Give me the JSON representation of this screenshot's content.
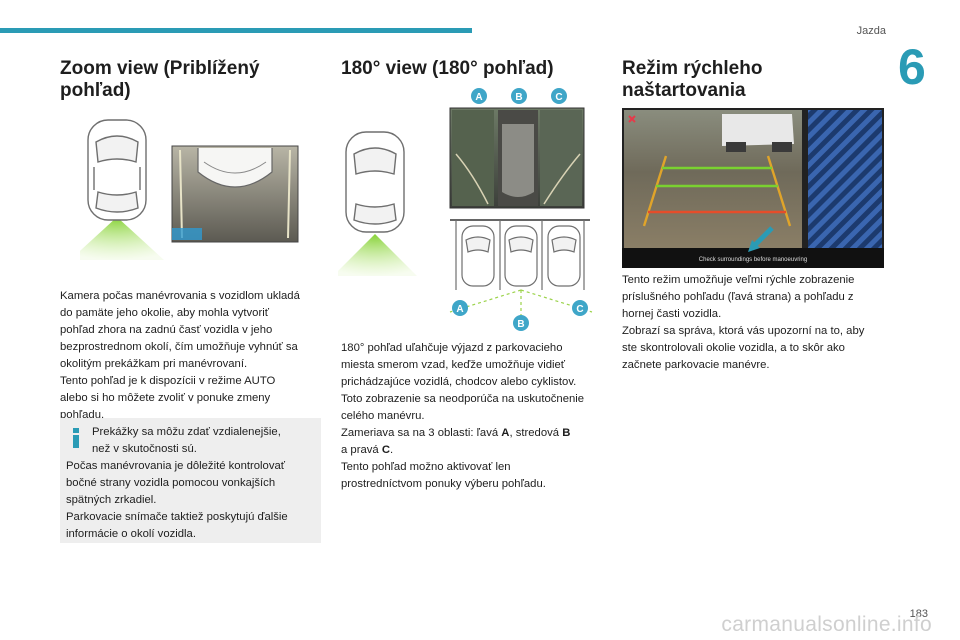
{
  "header": {
    "section": "Jazda",
    "chapter": "6"
  },
  "col1": {
    "title": "Zoom view (Priblížený pohľad)",
    "body_lines": [
      "Kamera počas manévrovania s vozidlom ukladá",
      "do pamäte jeho okolie, aby mohla vytvoriť",
      "pohľad zhora na zadnú časť vozidla v jeho",
      "bezprostrednom okolí, čím umožňuje vyhnúť sa",
      "okolitým prekážkam pri manévrovaní.",
      "Tento pohľad je k dispozícii v režime AUTO",
      "alebo si ho môžete zvoliť v ponuke zmeny",
      "pohľadu."
    ],
    "note_first_lines": [
      "Prekážky sa môžu zdať vzdialenejšie,",
      "než v skutočnosti sú."
    ],
    "note_rest_lines": [
      "Počas manévrovania je dôležité kontrolovať",
      "bočné strany vozidla pomocou vonkajších",
      "spätných zrkadiel.",
      "Parkovacie snímače taktiež poskytujú ďalšie",
      "informácie o okolí vozidla."
    ]
  },
  "col2": {
    "title": "180° view (180° pohľad)",
    "zone_labels": [
      "A",
      "B",
      "C"
    ],
    "body": {
      "line1": "180° pohľad uľahčuje výjazd z parkovacieho",
      "line2": "miesta smerom vzad, keďže umožňuje vidieť",
      "line3": "prichádzajúce vozidlá, chodcov alebo cyklistov.",
      "line4": "Toto zobrazenie sa neodporúča na uskutočnenie",
      "line5": "celého manévru.",
      "line6_pre": "Zameriava sa na 3 oblasti: ľavá ",
      "zone_a": "A",
      "line6_mid": ", stredová ",
      "zone_b": "B",
      "line7_pre": "a pravá ",
      "zone_c": "C",
      "line7_post": ".",
      "line8": "Tento pohľad možno aktivovať len",
      "line9": "prostredníctvom ponuky výberu pohľadu."
    }
  },
  "col3": {
    "title": "Režim rýchleho naštartovania",
    "screen_message": "Check surroundings before manoeuvring",
    "body_lines": [
      "Tento režim umožňuje veľmi rýchle zobrazenie",
      "príslušného pohľadu (ľavá strana) a pohľadu z",
      "hornej časti vozidla.",
      "Zobrazí sa správa, ktorá vás upozorní na to, aby",
      "ste skontrolovali okolie vozidla, a to skôr ako",
      "začnete parkovacie manévre."
    ]
  },
  "footer": {
    "page_number": "183",
    "watermark": "carmanualsonline.info"
  },
  "colors": {
    "accent": "#2a9bb5",
    "zone_badge": "#3fa6c8",
    "green_zone": "#9bd34a",
    "note_bg": "#eeeeee"
  }
}
